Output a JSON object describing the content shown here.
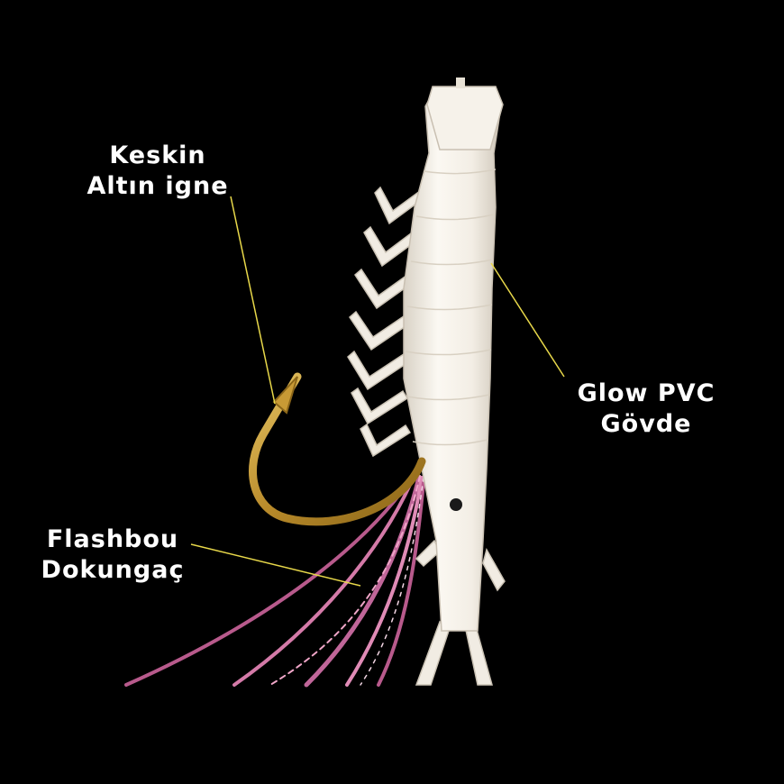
{
  "labels": {
    "hook": {
      "line1": "Keskin",
      "line2": "Altın igne"
    },
    "body": {
      "line1": "Glow PVC",
      "line2": "Gövde"
    },
    "tentacle": {
      "line1": "Flashbou",
      "line2": "Dokungaç"
    }
  },
  "colors": {
    "background": "#000000",
    "label_text": "#ffffff",
    "leader_line": "#e8d84a",
    "hook_gold": "#c89a35",
    "lure_body": "#f4efe6",
    "tentacle_pink": "#c86a9a"
  }
}
